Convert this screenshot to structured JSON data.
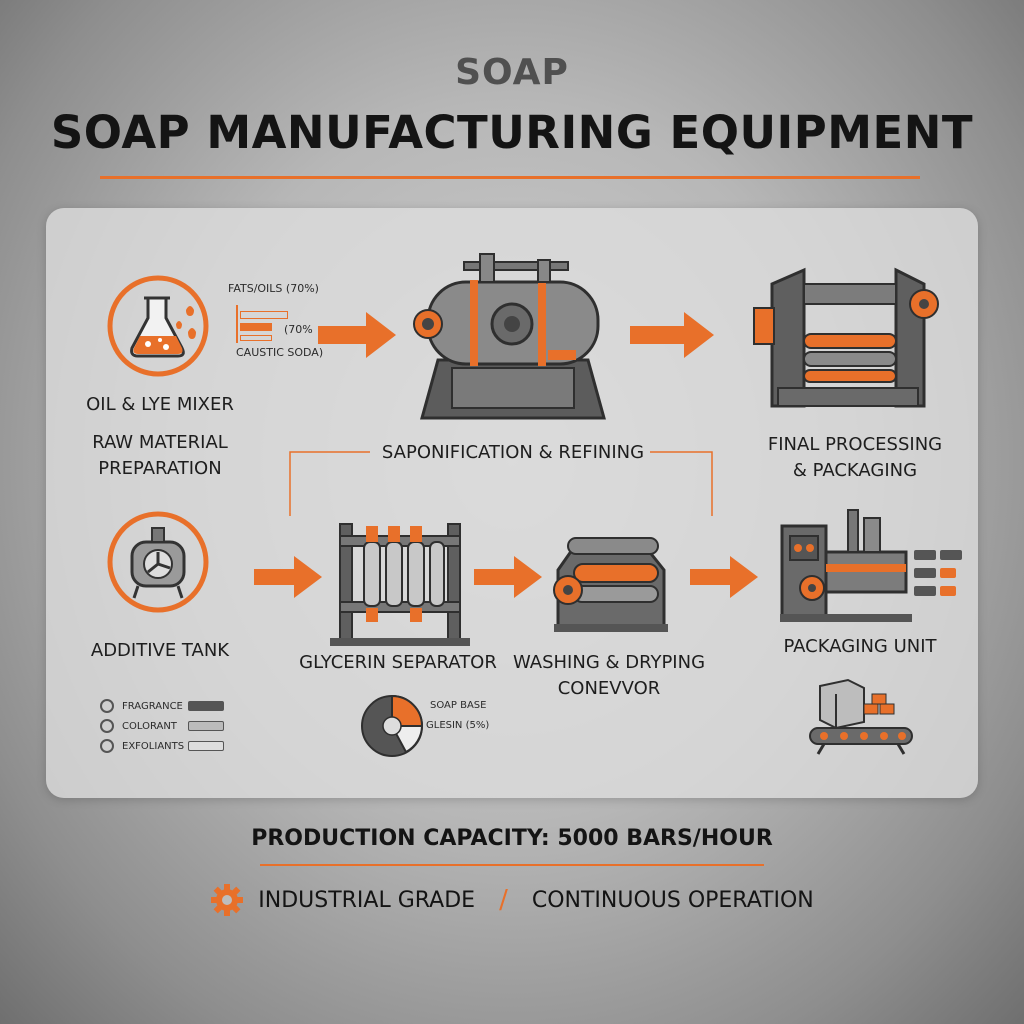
{
  "header": {
    "brand": "SOAP",
    "title": "SOAP MANUFACTURING EQUIPMENT"
  },
  "colors": {
    "accent": "#e8702a",
    "metal": "#6d6d6d",
    "dark": "#3a3a3a"
  },
  "stages": {
    "oil_lye_mixer": "OIL & LYE MIXER",
    "raw_material": [
      "RAW MATERIAL",
      "PREPARATION"
    ],
    "saponification": "SAPONIFICATION & REFINING",
    "final_processing": [
      "FINAL PROCESSING",
      "& PACKAGING"
    ],
    "additive_tank": "ADDITIVE TANK",
    "glycerin_separator": "GLYCERIN SEPARATOR",
    "washing_drying": [
      "WASHING & DRYPING",
      "CONEVVOR"
    ],
    "packaging_unit": "PACKAGING UNIT"
  },
  "raw_inputs": {
    "fats": "FATS/OILS (70%)",
    "ratio": "(70%",
    "caustic": "CAUSTIC SODA)",
    "fats_fill": 0.7
  },
  "additives": [
    {
      "label": "FRAGRANCE",
      "icon": "fragrance-icon"
    },
    {
      "label": "COLORANT",
      "icon": "colorant-icon"
    },
    {
      "label": "EXFOLIANTS",
      "icon": "exfoliants-icon"
    }
  ],
  "output_split": {
    "soap_base": "SOAP BASE",
    "glycerin": "GLESIN (5%)"
  },
  "footer": {
    "capacity": "PRODUCTION CAPACITY: 5000 BARS/HOUR",
    "grade": "INDUSTRIAL GRADE",
    "separator": "/",
    "operation": "CONTINUOUS OPERATION"
  }
}
